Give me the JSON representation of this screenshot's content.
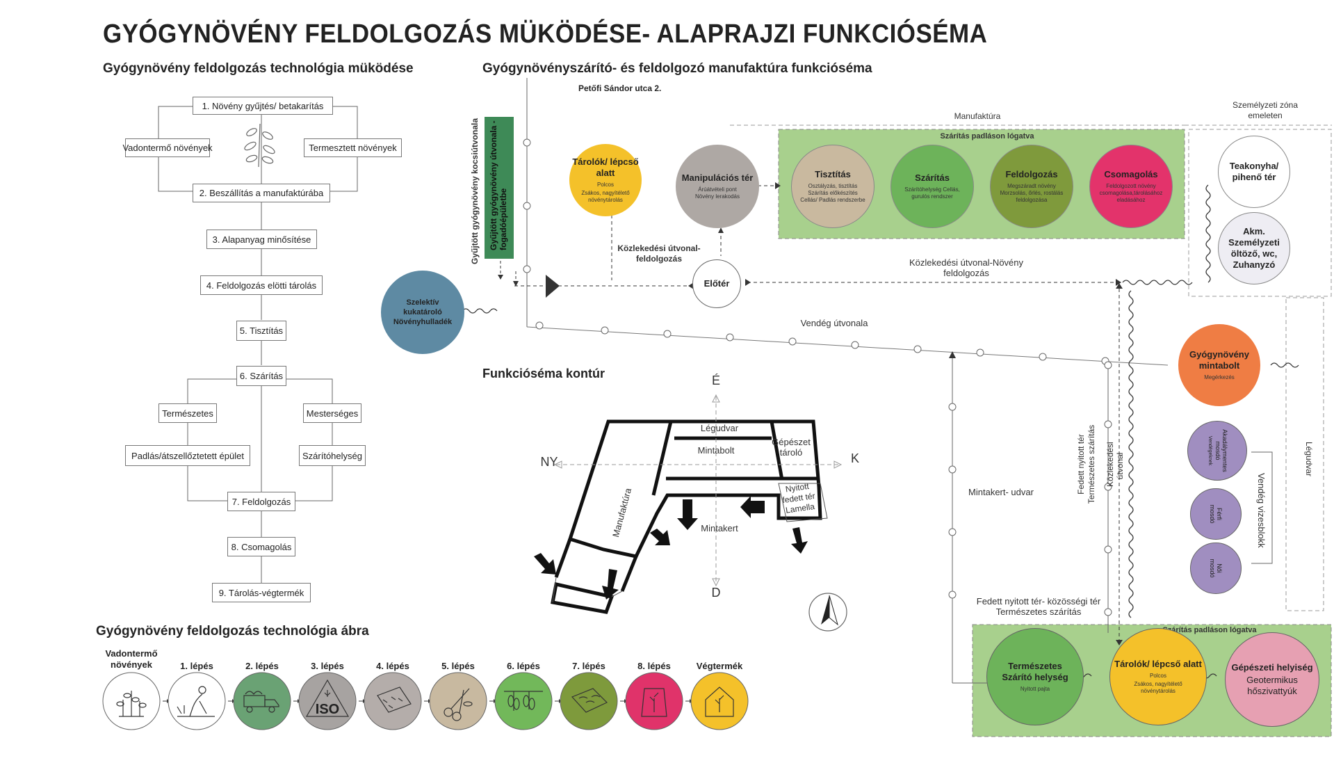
{
  "title": "GYÓGYNÖVÉNY FELDOLGOZÁS MÜKÖDÉSE- ALAPRAJZI FUNKCIÓSÉMA",
  "left": {
    "heading": "Gyógynövény feldolgozás technológia müködése",
    "steps": {
      "s1": "1. Növény gyűjtés/ betakarítás",
      "wild": "Vadontermő növények",
      "grown": "Termesztett növények",
      "s2": "2. Beszállítás a manufaktúrába",
      "s3": "3. Alapanyag minősítése",
      "s4": "4. Feldolgozás elötti tárolás",
      "s5": "5. Tisztítás",
      "s6": "6. Szárítás",
      "natural": "Természetes",
      "artificial": "Mesterséges",
      "attic": "Padlás/átszellőztetett épület",
      "dryroom": "Szárítóhelység",
      "s7": "7. Feldolgozás",
      "s8": "8. Csomagolás",
      "s9": "9. Tárolás-végtermék"
    }
  },
  "bottom": {
    "heading": "Gyógynövény feldolgozás technológia ábra",
    "steps": [
      {
        "label": "Vadontermő növények",
        "color": "#ffffff",
        "icon": "plant-icon"
      },
      {
        "label": "1. lépés",
        "color": "#ffffff",
        "icon": "gardener-icon"
      },
      {
        "label": "2. lépés",
        "color": "#6aa274",
        "icon": "truck-icon"
      },
      {
        "label": "3. lépés",
        "color": "#a7a3a1",
        "icon": "iso-icon",
        "icon_text": "ISO"
      },
      {
        "label": "4. lépés",
        "color": "#b4adaa",
        "icon": "crate-icon"
      },
      {
        "label": "5. lépés",
        "color": "#c8b9a0",
        "icon": "scissors-icon"
      },
      {
        "label": "6. lépés",
        "color": "#72b85a",
        "icon": "drying-icon"
      },
      {
        "label": "7. lépés",
        "color": "#7e9a3c",
        "icon": "tray-icon"
      },
      {
        "label": "8. lépés",
        "color": "#e0336a",
        "icon": "bag-icon"
      },
      {
        "label": "Végtermék",
        "color": "#f4c12a",
        "icon": "house-icon"
      }
    ]
  },
  "right": {
    "heading": "Gyógynövényszárító- és feldolgozó manufaktúra funkcióséma",
    "address": "Petőfi Sándor utca 2.",
    "vertical_route": "Gyűjtött gyógynövény kocsiútvonala",
    "green_bar": "Gyűjtött gyógynövény útvonala - fogadóépületbe",
    "manufaktura": "Manufaktúra",
    "attic_top": "Szárítás padláson lógatva",
    "staff_zone": "Személyzeti zóna emeleten",
    "storage": {
      "title": "Tárolók/ lépcső alatt",
      "sub1": "Polcos",
      "sub2": "Zsákos, nagyítélető növénytárolás",
      "color": "#f4c12a"
    },
    "manip": {
      "title": "Manipulációs tér",
      "sub": "Árúátvételi pont Növény lerakodás",
      "color": "#aea8a4"
    },
    "clean": {
      "title": "Tisztítás",
      "sub": "Osztályzás, tisztítás Szárítás előkészítés Cellás/ Padlás rendszerbe",
      "color": "#c9b99f"
    },
    "dry": {
      "title": "Szárítás",
      "sub": "Szárítóhelység Cellás, gurulós rendszer",
      "color": "#6db35a"
    },
    "process": {
      "title": "Feldolgozás",
      "sub": "Megszáradt növény Morzsolás, őrlés, rostálás feldolgozása",
      "color": "#7f9a3c"
    },
    "pack": {
      "title": "Csomagolás",
      "sub": "Feldolgozott növény csomagolása,tárolásához eladásához",
      "color": "#e3336b"
    },
    "kitchen": "Teakonyha/ pihenő tér",
    "staff": "Akm. Személyzeti öltöző, wc, Zuhanyzó",
    "waste": {
      "title": "Szelektív kukatároló Növényhulladék",
      "color": "#5e8aa3"
    },
    "lobby": "Előtér",
    "traffic1": "Közlekedési útvonal- feldolgozás",
    "traffic2": "Közlekedési útvonal-Növény feldolgozás",
    "guest_route": "Vendég útvonala",
    "shop": {
      "title": "Gyógynövény mintabolt",
      "sub": "Megérkezés",
      "color": "#ef7d44"
    },
    "wc1": "Akadálymentes mosdó",
    "wc1_sub": "Vendégeknek",
    "wc2": "Férfi mosdó",
    "wc3": "Női mosdó",
    "wc_color": "#a08ec0",
    "guest_wc": "Vendég vizesblokk",
    "airyard_right": "Légudvar",
    "garden_yard": "Mintakert- udvar",
    "covered1": "Fedett nyitott tér Természetes szárítás",
    "traffic3": "Közlekedési útvonal",
    "covered2": "Fedett nyitott tér- közösségi tér Természetes szárítás",
    "attic_bottom": "Szárítás padláson lógatva",
    "natdry": {
      "title": "Természetes Szárító helység",
      "sub": "Nyitott pajta",
      "color": "#6db35a"
    },
    "storage2": {
      "title": "Tárolók/ lépcső alatt",
      "sub1": "Polcos",
      "sub2": "Zsákos, nagyítélető növénytárolás",
      "color": "#f4c12a"
    },
    "mech": {
      "title": "Gépészeti helyiség",
      "sub": "Geotermikus hőszivattyúk",
      "color": "#e6a0b2"
    }
  },
  "contour": {
    "heading": "Funkcióséma kontúr",
    "north": "É",
    "south": "D",
    "west": "NY",
    "east": "K",
    "airyard": "Légudvar",
    "shop": "Mintabolt",
    "mech": "Gépészet tároló",
    "manuf": "Manufaktúra",
    "open": "Nyitott fedett tér Lamella",
    "garden": "Mintakert"
  }
}
